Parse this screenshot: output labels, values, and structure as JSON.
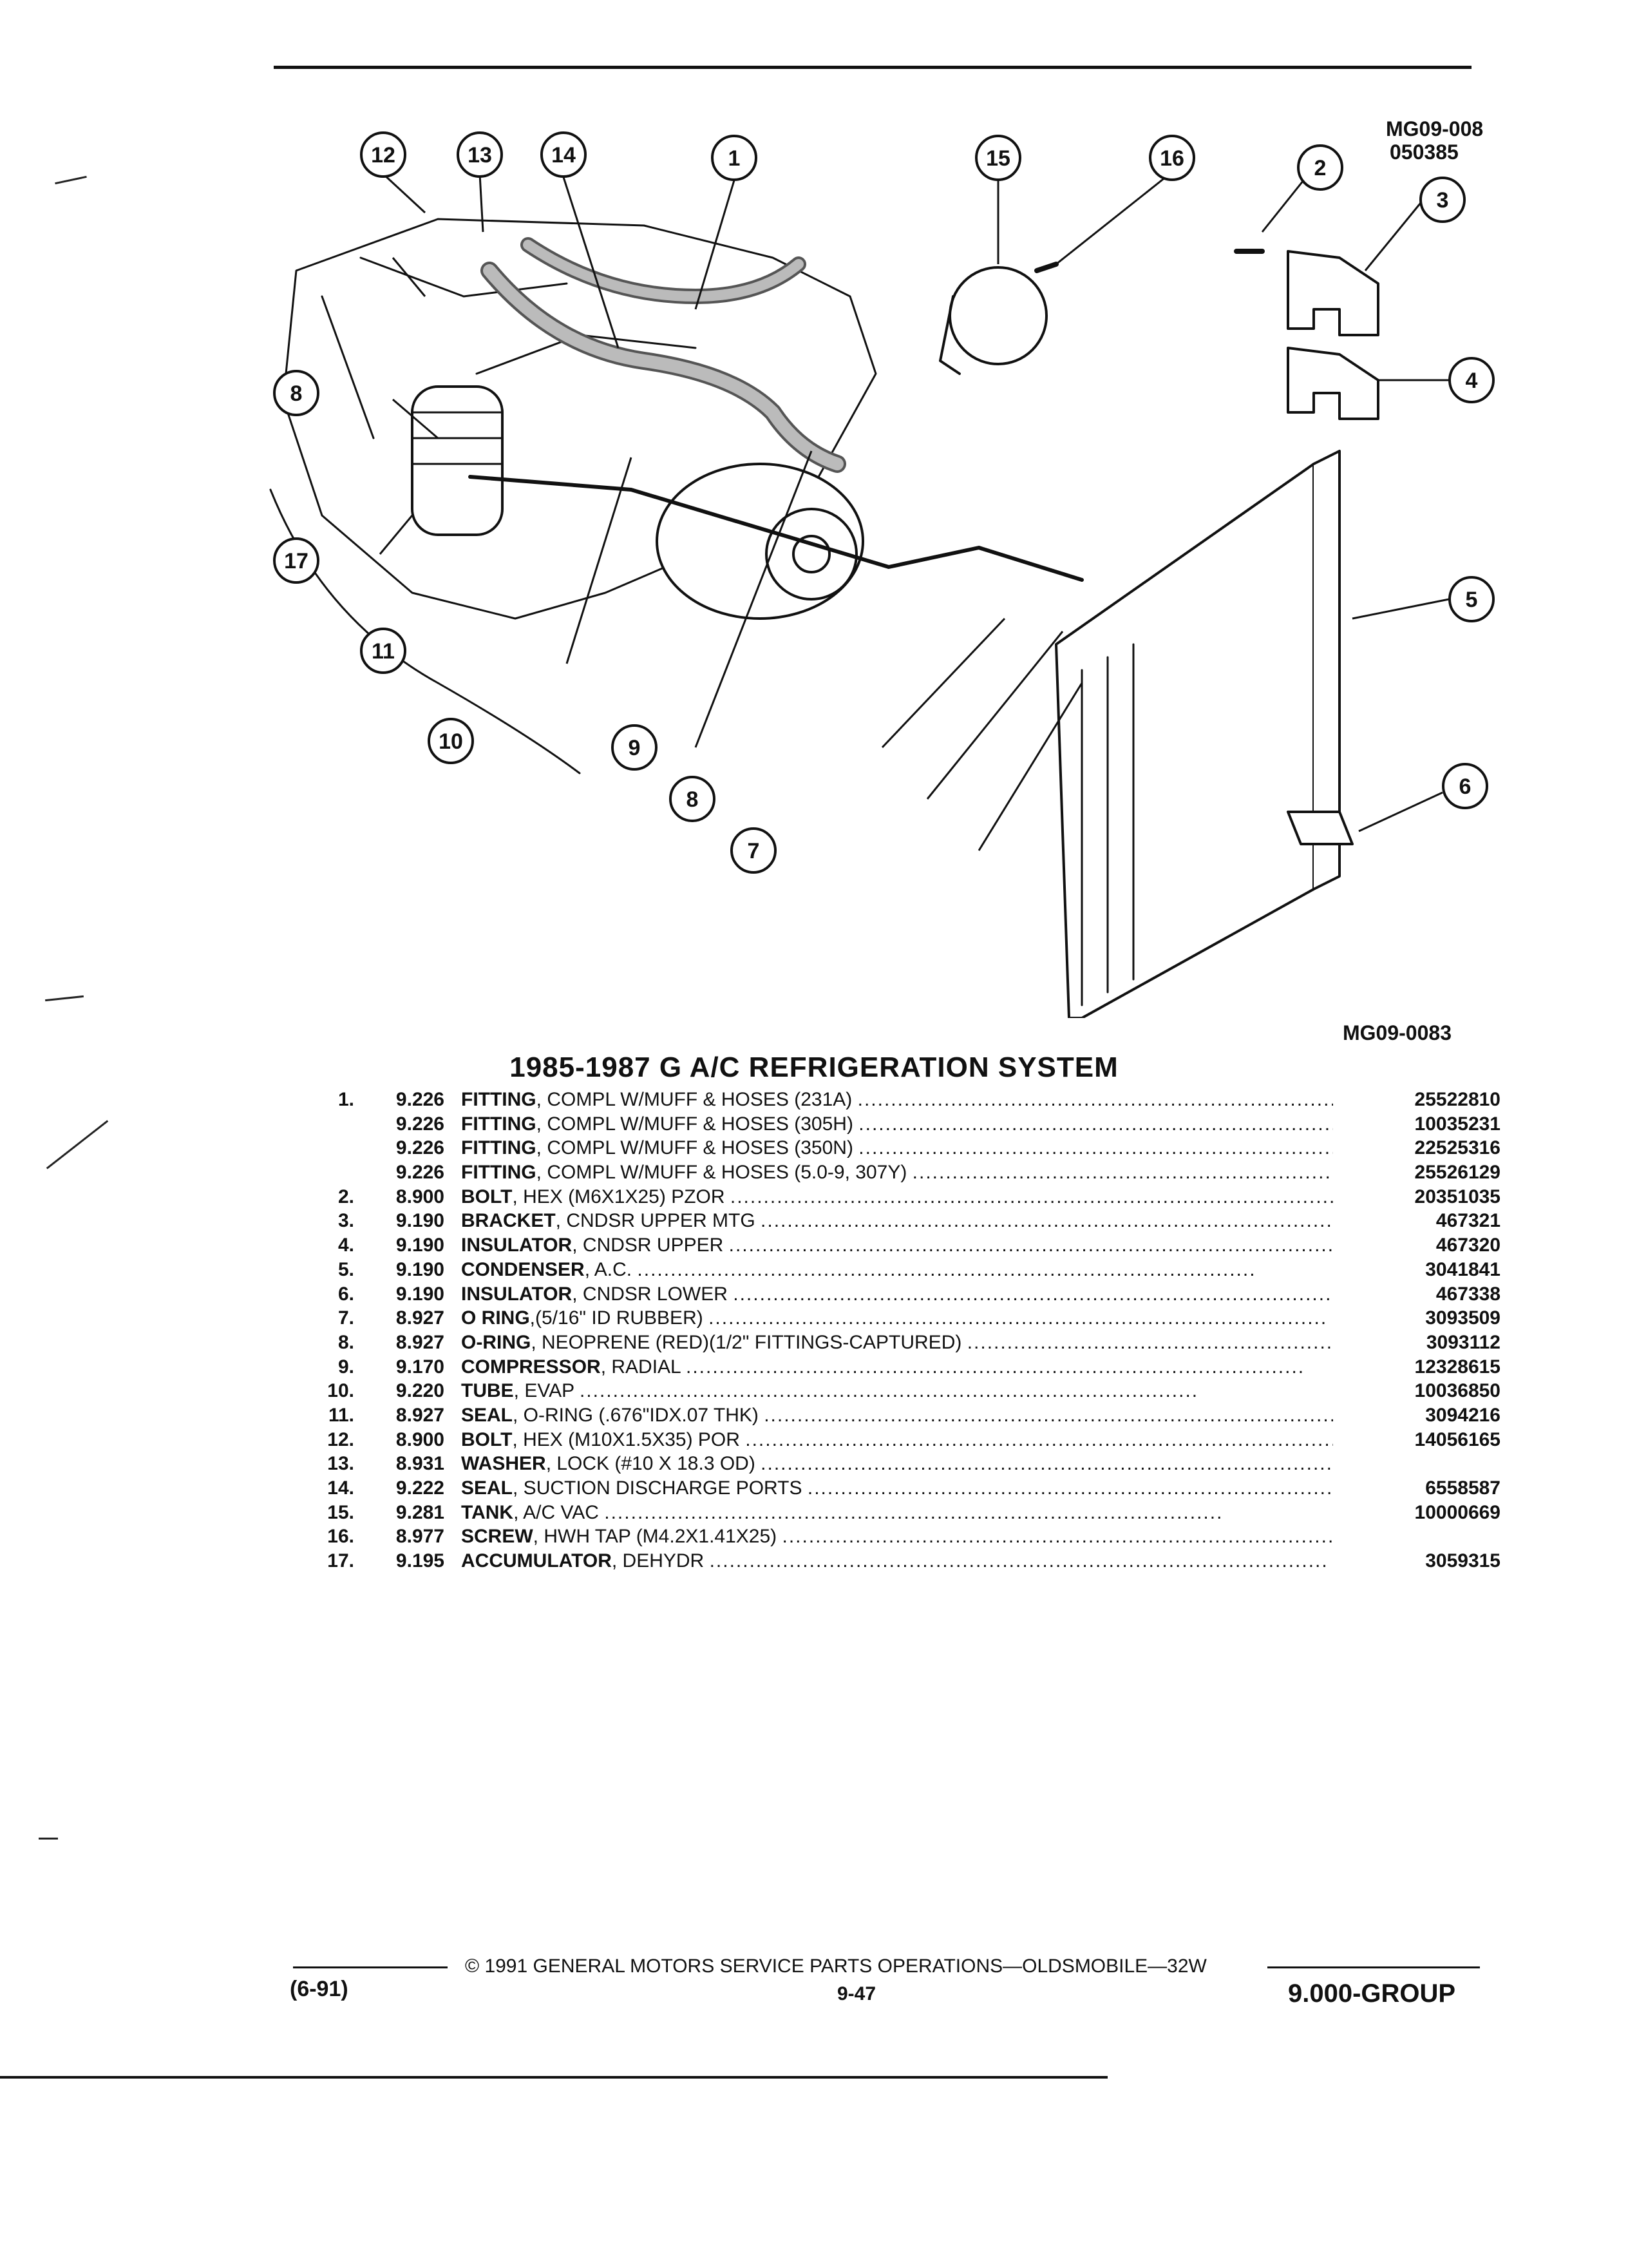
{
  "page": {
    "diagram_code_top": "MG09-008",
    "diagram_date_code": "050385",
    "diagram_code_bottom": "MG09-0083",
    "title": "1985-1987 G A/C REFRIGERATION SYSTEM"
  },
  "callouts": [
    "1",
    "2",
    "3",
    "4",
    "5",
    "6",
    "7",
    "8",
    "9",
    "10",
    "11",
    "12",
    "13",
    "14",
    "15",
    "16",
    "17"
  ],
  "parts": [
    {
      "no": "1.",
      "group": "9.226",
      "name": "FITTING",
      "detail": ", COMPL W/MUFF & HOSES (231A)",
      "part_no": "25522810"
    },
    {
      "no": "",
      "group": "9.226",
      "name": "FITTING",
      "detail": ", COMPL W/MUFF & HOSES (305H)",
      "part_no": "10035231"
    },
    {
      "no": "",
      "group": "9.226",
      "name": "FITTING",
      "detail": ", COMPL W/MUFF & HOSES (350N)",
      "part_no": "22525316"
    },
    {
      "no": "",
      "group": "9.226",
      "name": "FITTING",
      "detail": ", COMPL W/MUFF & HOSES (5.0-9, 307Y)",
      "part_no": "25526129"
    },
    {
      "no": "2.",
      "group": "8.900",
      "name": "BOLT",
      "detail": ", HEX (M6X1X25) PZOR",
      "part_no": "20351035"
    },
    {
      "no": "3.",
      "group": "9.190",
      "name": "BRACKET",
      "detail": ", CNDSR UPPER MTG",
      "part_no": "467321"
    },
    {
      "no": "4.",
      "group": "9.190",
      "name": "INSULATOR",
      "detail": ", CNDSR UPPER",
      "part_no": "467320"
    },
    {
      "no": "5.",
      "group": "9.190",
      "name": "CONDENSER",
      "detail": ", A.C.",
      "part_no": "3041841"
    },
    {
      "no": "6.",
      "group": "9.190",
      "name": "INSULATOR",
      "detail": ", CNDSR LOWER",
      "part_no": "467338"
    },
    {
      "no": "7.",
      "group": "8.927",
      "name": "O RING",
      "detail": ",(5/16\" ID RUBBER)",
      "part_no": "3093509"
    },
    {
      "no": "8.",
      "group": "8.927",
      "name": "O-RING",
      "detail": ", NEOPRENE (RED)(1/2\" FITTINGS-CAPTURED)",
      "part_no": "3093112"
    },
    {
      "no": "9.",
      "group": "9.170",
      "name": "COMPRESSOR",
      "detail": ", RADIAL",
      "part_no": "12328615"
    },
    {
      "no": "10.",
      "group": "9.220",
      "name": "TUBE",
      "detail": ", EVAP",
      "part_no": "10036850"
    },
    {
      "no": "11.",
      "group": "8.927",
      "name": "SEAL",
      "detail": ", O-RING (.676\"IDX.07 THK)",
      "part_no": "3094216"
    },
    {
      "no": "12.",
      "group": "8.900",
      "name": "BOLT",
      "detail": ", HEX (M10X1.5X35) POR",
      "part_no": "14056165"
    },
    {
      "no": "13.",
      "group": "8.931",
      "name": "WASHER",
      "detail": ", LOCK (#10 X 18.3 OD)",
      "part_no": ""
    },
    {
      "no": "14.",
      "group": "9.222",
      "name": "SEAL",
      "detail": ", SUCTION DISCHARGE PORTS",
      "part_no": "6558587"
    },
    {
      "no": "15.",
      "group": "9.281",
      "name": "TANK",
      "detail": ", A/C VAC",
      "part_no": "10000669"
    },
    {
      "no": "16.",
      "group": "8.977",
      "name": "SCREW",
      "detail": ", HWH TAP (M4.2X1.41X25)",
      "part_no": ""
    },
    {
      "no": "17.",
      "group": "9.195",
      "name": "ACCUMULATOR",
      "detail": ", DEHYDR",
      "part_no": "3059315"
    }
  ],
  "footer": {
    "date": "(6-91)",
    "copyright": "© 1991 GENERAL MOTORS SERVICE PARTS OPERATIONS—OLDSMOBILE—32W",
    "page_number": "9-47",
    "group": "9.000-GROUP"
  }
}
